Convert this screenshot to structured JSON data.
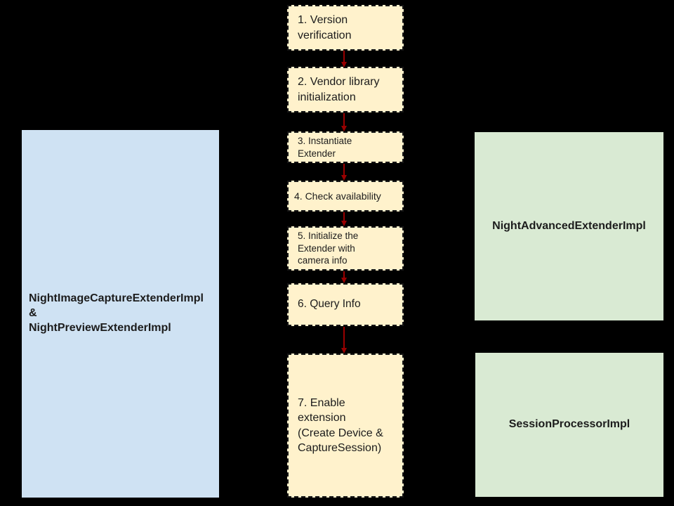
{
  "colors": {
    "background": "#000000",
    "step_fill": "#fff2cc",
    "step_border": "#161616",
    "left_fill": "#cfe2f3",
    "right_fill": "#d9ead3",
    "arrow": "#990000",
    "text": "#1c1c1c"
  },
  "diagram": {
    "steps": [
      {
        "label": "1. Version\nverification"
      },
      {
        "label": "2. Vendor library\ninitialization"
      },
      {
        "label": "3. Instantiate\nExtender"
      },
      {
        "label": "4. Check availability"
      },
      {
        "label": "5. Initialize the\nExtender with\ncamera info"
      },
      {
        "label": "6. Query Info"
      },
      {
        "label": "7. Enable\nextension\n(Create Device &\nCaptureSession)"
      }
    ],
    "left_box": {
      "label": "NightImageCaptureExtenderImpl\n&\nNightPreviewExtenderImpl"
    },
    "right_boxes": [
      {
        "label": "NightAdvancedExtenderImpl"
      },
      {
        "label": "SessionProcessorImpl"
      }
    ]
  }
}
